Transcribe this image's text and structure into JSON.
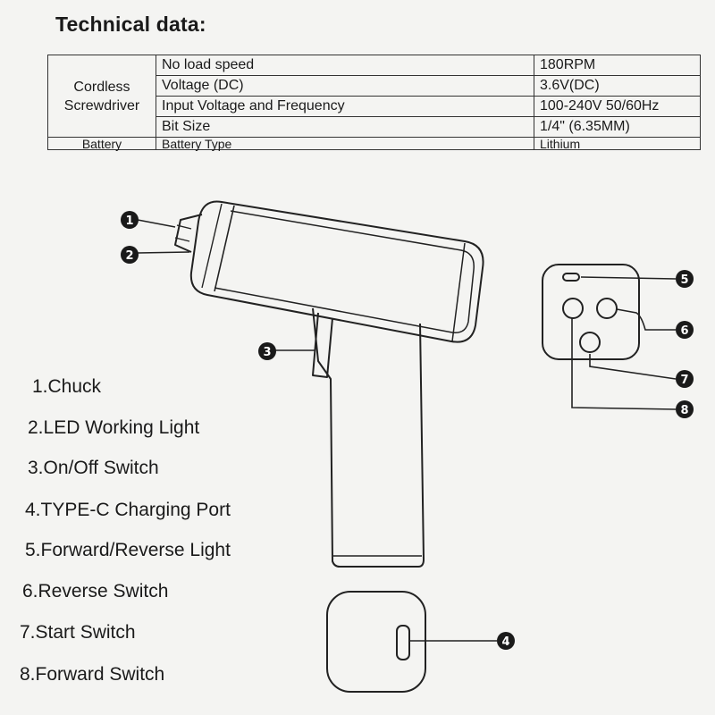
{
  "heading": "Technical data:",
  "spec_table": {
    "rows": [
      {
        "group": "Cordless Screwdriver",
        "param": "No load speed",
        "value": "180RPM"
      },
      {
        "param": "Voltage (DC)",
        "value": "3.6V(DC)"
      },
      {
        "param": "Input Voltage and Frequency",
        "value": "100-240V  50/60Hz"
      },
      {
        "param": "Bit Size",
        "value": "1/4\"  (6.35MM)"
      },
      {
        "group": "Battery",
        "param": "Battery Type",
        "value": "Lithium"
      }
    ]
  },
  "parts": [
    "1.Chuck",
    "2.LED Working Light",
    "3.On/Off Switch",
    "4.TYPE-C Charging Port",
    "5.Forward/Reverse Light",
    "6.Reverse Switch",
    "7.Start Switch",
    "8.Forward Switch"
  ],
  "callouts": [
    "1",
    "2",
    "3",
    "4",
    "5",
    "6",
    "7",
    "8"
  ]
}
